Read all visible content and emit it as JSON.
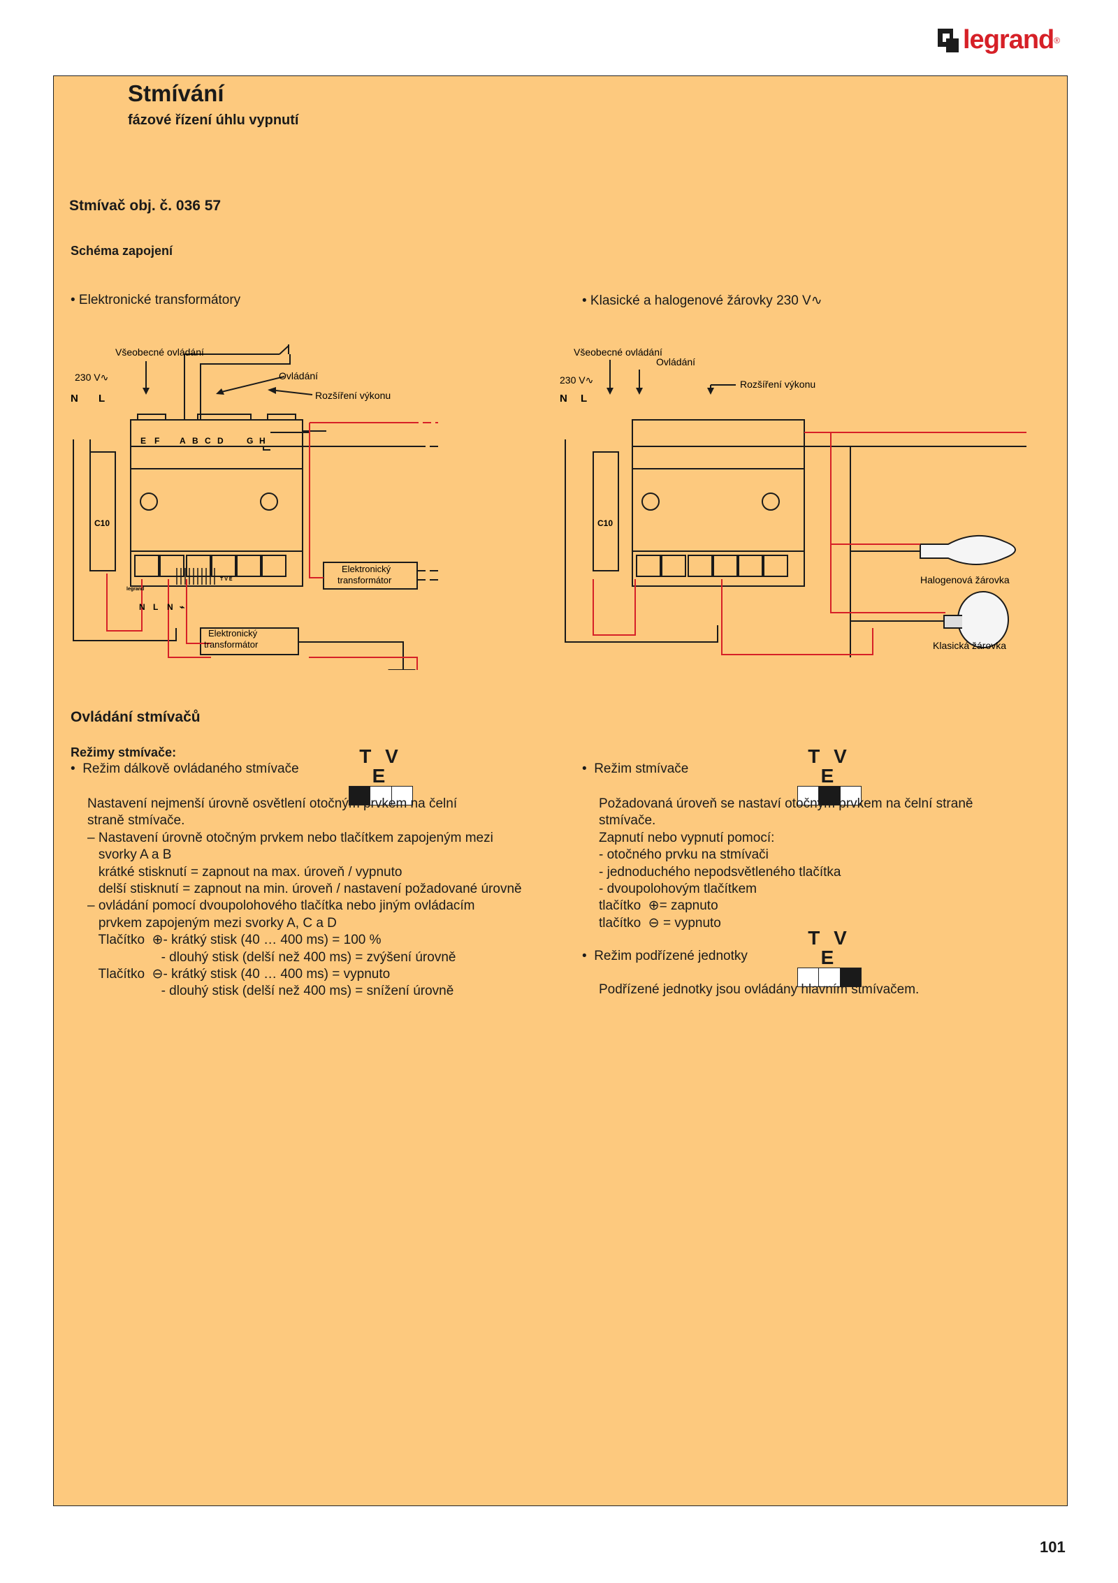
{
  "brand": {
    "name": "legrand",
    "reg": "®"
  },
  "header": {
    "title": "Stmívání",
    "subtitle": "fázové řízení úhlu vypnutí"
  },
  "product": "Stmívač obj. č. 036 57",
  "schema_heading": "Schéma zapojení",
  "left_diagram": {
    "bullet": "• Elektronické transformátory",
    "labels": {
      "general_control": "Všeobecné ovládání",
      "voltage": "230 V∿",
      "control": "Ovládání",
      "power_ext": "Rozšíření výkonu",
      "n": "N",
      "l": "L",
      "breaker": "C10",
      "transformer_line1": "Elektronický",
      "transformer_line2": "transformátor"
    }
  },
  "right_diagram": {
    "bullet": "• Klasické a halogenové žárovky 230 V∿",
    "labels": {
      "general_control": "Všeobecné ovládání",
      "control": "Ovládání",
      "power_ext": "Rozšíření výkonu",
      "voltage": "230 V∿",
      "n": "N",
      "l": "L",
      "breaker": "C10",
      "halogen": "Halogenová žárovka",
      "classic": "Klasická žárovka"
    }
  },
  "terminals": {
    "top": [
      "E",
      "F",
      "A",
      "B",
      "C",
      "D",
      "G",
      "H"
    ],
    "bottom": [
      "N",
      "L",
      "N",
      "⌁"
    ],
    "tve": "T V E",
    "brand_small": "legrand"
  },
  "controls": {
    "heading": "Ovládání stmívačů",
    "modes_heading": "Režimy stmívače:",
    "tve_label": "T V E",
    "remote": {
      "title": "•  Režim dálkově ovládaného stmívače",
      "tve_active": 0,
      "body": [
        "Nastavení nejmenší úrovně osvětlení otočným prvkem na čelní",
        "straně stmívače.",
        "– Nastavení úrovně otočným prvkem nebo tlačítkem zapojeným mezi",
        "   svorky A a B",
        "   krátké stisknutí = zapnout na max. úroveň / vypnuto",
        "   delší stisknutí = zapnout na min. úroveň / nastavení požadované úrovně",
        "– ovládání pomocí dvoupolohového tlačítka nebo jiným ovládacím",
        "   prvkem zapojeným mezi svorky A, C a D",
        "   Tlačítko  ⊕- krátký stisk (40 … 400 ms) = 100 %",
        "                    - dlouhý stisk (delší než 400 ms) = zvýšení úrovně",
        "   Tlačítko  ⊖- krátký stisk (40 … 400 ms) = vypnuto",
        "                    - dlouhý stisk (delší než 400 ms) = snížení úrovně"
      ]
    },
    "dimmer": {
      "title": "•  Režim stmívače",
      "tve_active": 1,
      "body": [
        "Požadovaná úroveň se nastaví otočným prvkem na čelní straně",
        "stmívače.",
        "Zapnutí nebo vypnutí pomocí:",
        "- otočného prvku na stmívači",
        "- jednoduchého nepodsvětleného tlačítka",
        "- dvoupolohovým tlačítkem",
        "tlačítko  ⊕= zapnuto",
        "tlačítko  ⊖ = vypnuto"
      ]
    },
    "slave": {
      "title": "•  Režim podřízené jednotky",
      "tve_active": 2,
      "body": [
        "Podřízené jednotky jsou ovládány hlavním stmívačem."
      ]
    }
  },
  "page_number": "101",
  "colors": {
    "panel": "#fdc97e",
    "wire_red": "#d62027",
    "brand_red": "#d62027"
  }
}
